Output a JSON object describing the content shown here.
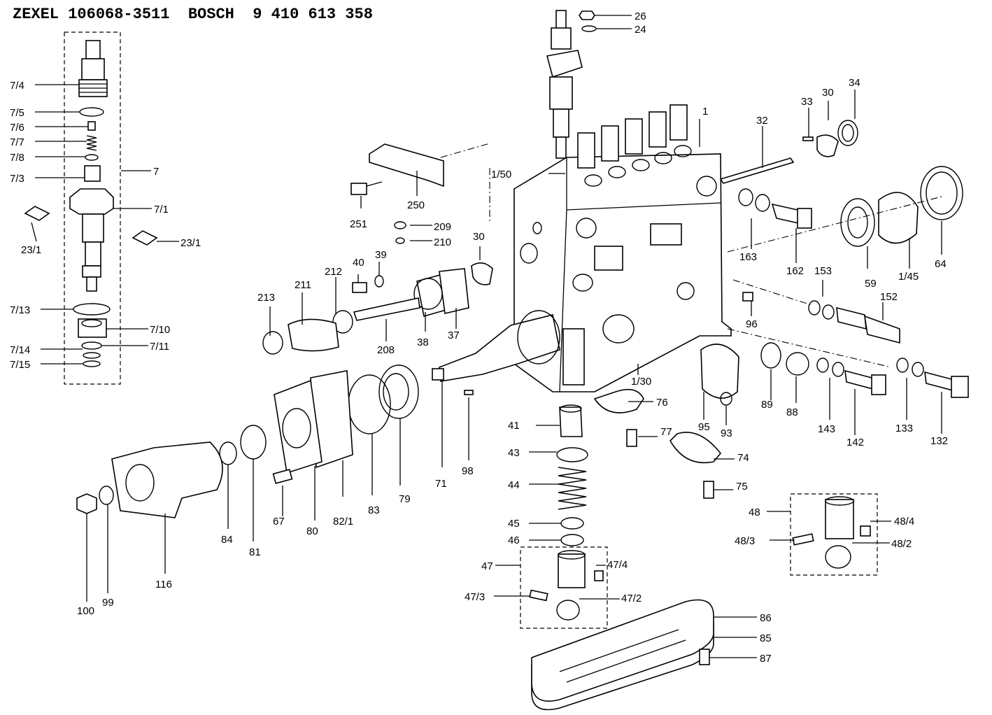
{
  "title": {
    "zexel_brand": "ZEXEL",
    "zexel_number": "106068-3511",
    "bosch_brand": "BOSCH",
    "bosch_number": "9 410 613 358"
  },
  "part_labels": {
    "p7_4": "7/4",
    "p7_5": "7/5",
    "p7_6": "7/6",
    "p7_7": "7/7",
    "p7_8": "7/8",
    "p7_3": "7/3",
    "p7": "7",
    "p7_1": "7/1",
    "p23_1a": "23/1",
    "p23_1b": "23/1",
    "p7_13": "7/13",
    "p7_10": "7/10",
    "p7_14": "7/14",
    "p7_11": "7/11",
    "p7_15": "7/15",
    "p26": "26",
    "p24": "24",
    "p1": "1",
    "p32": "32",
    "p33": "33",
    "p30a": "30",
    "p34": "34",
    "p1_50": "1/50",
    "p250": "250",
    "p251": "251",
    "p209": "209",
    "p210": "210",
    "p30b": "30",
    "p163": "163",
    "p162": "162",
    "p59": "59",
    "p1_45": "1/45",
    "p64": "64",
    "p40": "40",
    "p39": "39",
    "p212": "212",
    "p213": "213",
    "p211": "211",
    "p208": "208",
    "p38": "38",
    "p37": "37",
    "p153": "153",
    "p152": "152",
    "p96": "96",
    "p1_30": "1/30",
    "p76": "76",
    "p89": "89",
    "p88": "88",
    "p143": "143",
    "p142": "142",
    "p133": "133",
    "p132": "132",
    "p95": "95",
    "p93": "93",
    "p77": "77",
    "p74": "74",
    "p75": "75",
    "p41": "41",
    "p43": "43",
    "p44": "44",
    "p45": "45",
    "p46": "46",
    "p47": "47",
    "p47_4": "47/4",
    "p47_3": "47/3",
    "p47_2": "47/2",
    "p48": "48",
    "p48_4": "48/4",
    "p48_3": "48/3",
    "p48_2": "48/2",
    "p86": "86",
    "p85": "85",
    "p87": "87",
    "p71": "71",
    "p98": "98",
    "p79": "79",
    "p83": "83",
    "p82_1": "82/1",
    "p80": "80",
    "p67": "67",
    "p81": "81",
    "p84": "84",
    "p116": "116",
    "p99": "99",
    "p100": "100"
  }
}
